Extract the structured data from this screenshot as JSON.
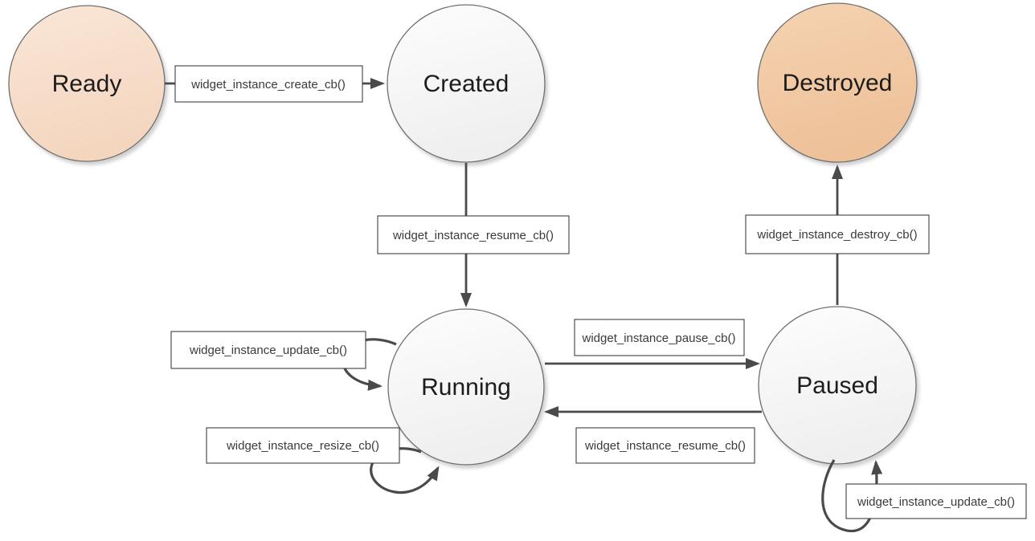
{
  "diagram": {
    "states": [
      {
        "label": "Ready"
      },
      {
        "label": "Created"
      },
      {
        "label": "Destroyed"
      },
      {
        "label": "Running"
      },
      {
        "label": "Paused"
      }
    ],
    "transitions": [
      {
        "from": "Ready",
        "to": "Created",
        "label": "widget_instance_create_cb()"
      },
      {
        "from": "Created",
        "to": "Running",
        "label": "widget_instance_resume_cb()"
      },
      {
        "from": "Running",
        "to": "Running",
        "label": "widget_instance_update_cb()"
      },
      {
        "from": "Running",
        "to": "Running",
        "label": "widget_instance_resize_cb()"
      },
      {
        "from": "Running",
        "to": "Paused",
        "label": "widget_instance_pause_cb()"
      },
      {
        "from": "Paused",
        "to": "Running",
        "label": "widget_instance_resume_cb()"
      },
      {
        "from": "Paused",
        "to": "Destroyed",
        "label": "widget_instance_destroy_cb()"
      },
      {
        "from": "Paused",
        "to": "Paused",
        "label": "widget_instance_update_cb()"
      }
    ],
    "colors": {
      "ready_top": "#fae6d7",
      "ready_bottom": "#f4d6bf",
      "destroyed_top": "#f5d3b1",
      "destroyed_bottom": "#eec199",
      "neutral_top": "#fdfdfd",
      "neutral_bottom": "#efefef",
      "circle_stroke": "#707070",
      "box_stroke": "#3f3f3f",
      "arrow": "#4a4a4a"
    }
  }
}
